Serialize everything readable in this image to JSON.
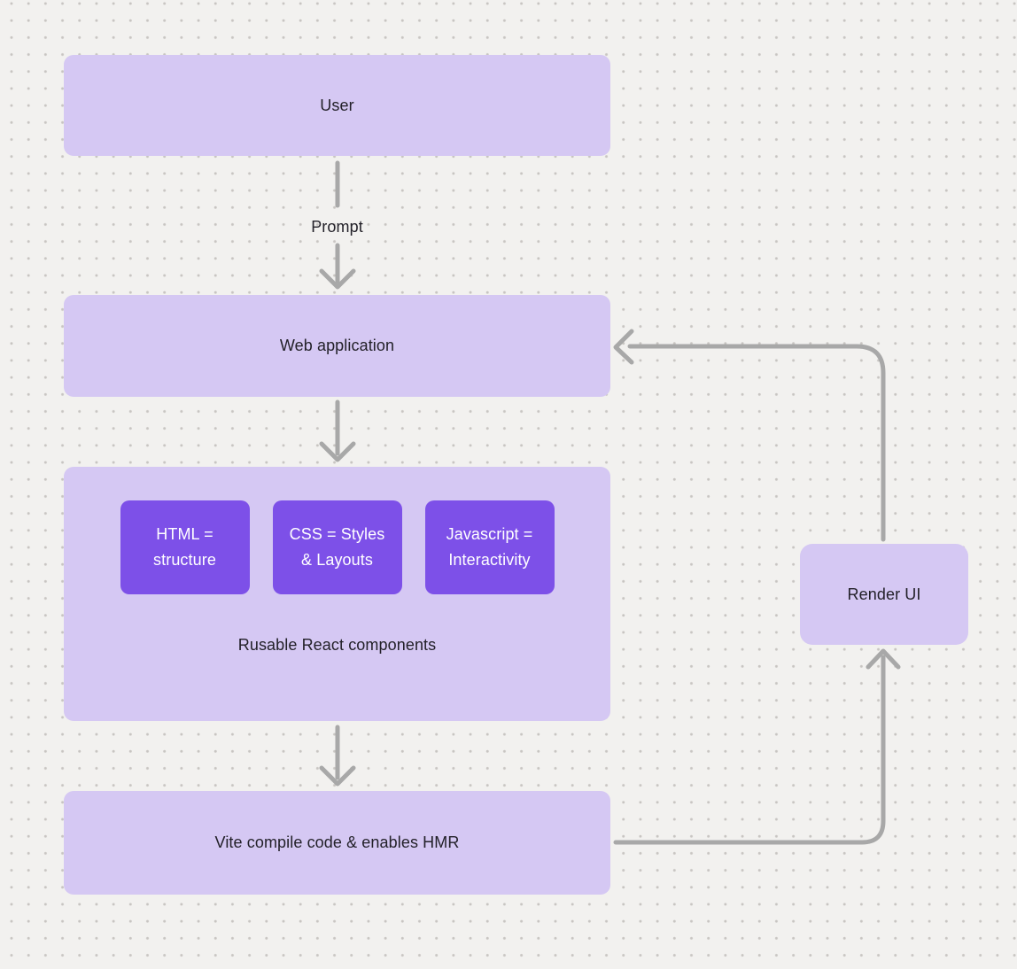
{
  "theme": {
    "background": "#f2f1ef",
    "dot_color": "#c8c5c2",
    "node_fill": "#d5c8f3",
    "accent_fill": "#7d50e8",
    "arrow_color": "#a8a8a8",
    "text_dark": "#232129",
    "text_light": "#ffffff"
  },
  "diagram": {
    "nodes": {
      "user": {
        "label": "User"
      },
      "web_application": {
        "label": "Web application"
      },
      "components": {
        "caption": "Rusable React components",
        "items": [
          {
            "line1": "HTML =",
            "line2": "structure"
          },
          {
            "line1": "CSS = Styles",
            "line2": "& Layouts"
          },
          {
            "line1": "Javascript =",
            "line2": "Interactivity"
          }
        ]
      },
      "vite": {
        "label": "Vite compile code & enables HMR"
      },
      "render_ui": {
        "label": "Render UI"
      }
    },
    "edge_labels": {
      "prompt": "Prompt"
    }
  }
}
